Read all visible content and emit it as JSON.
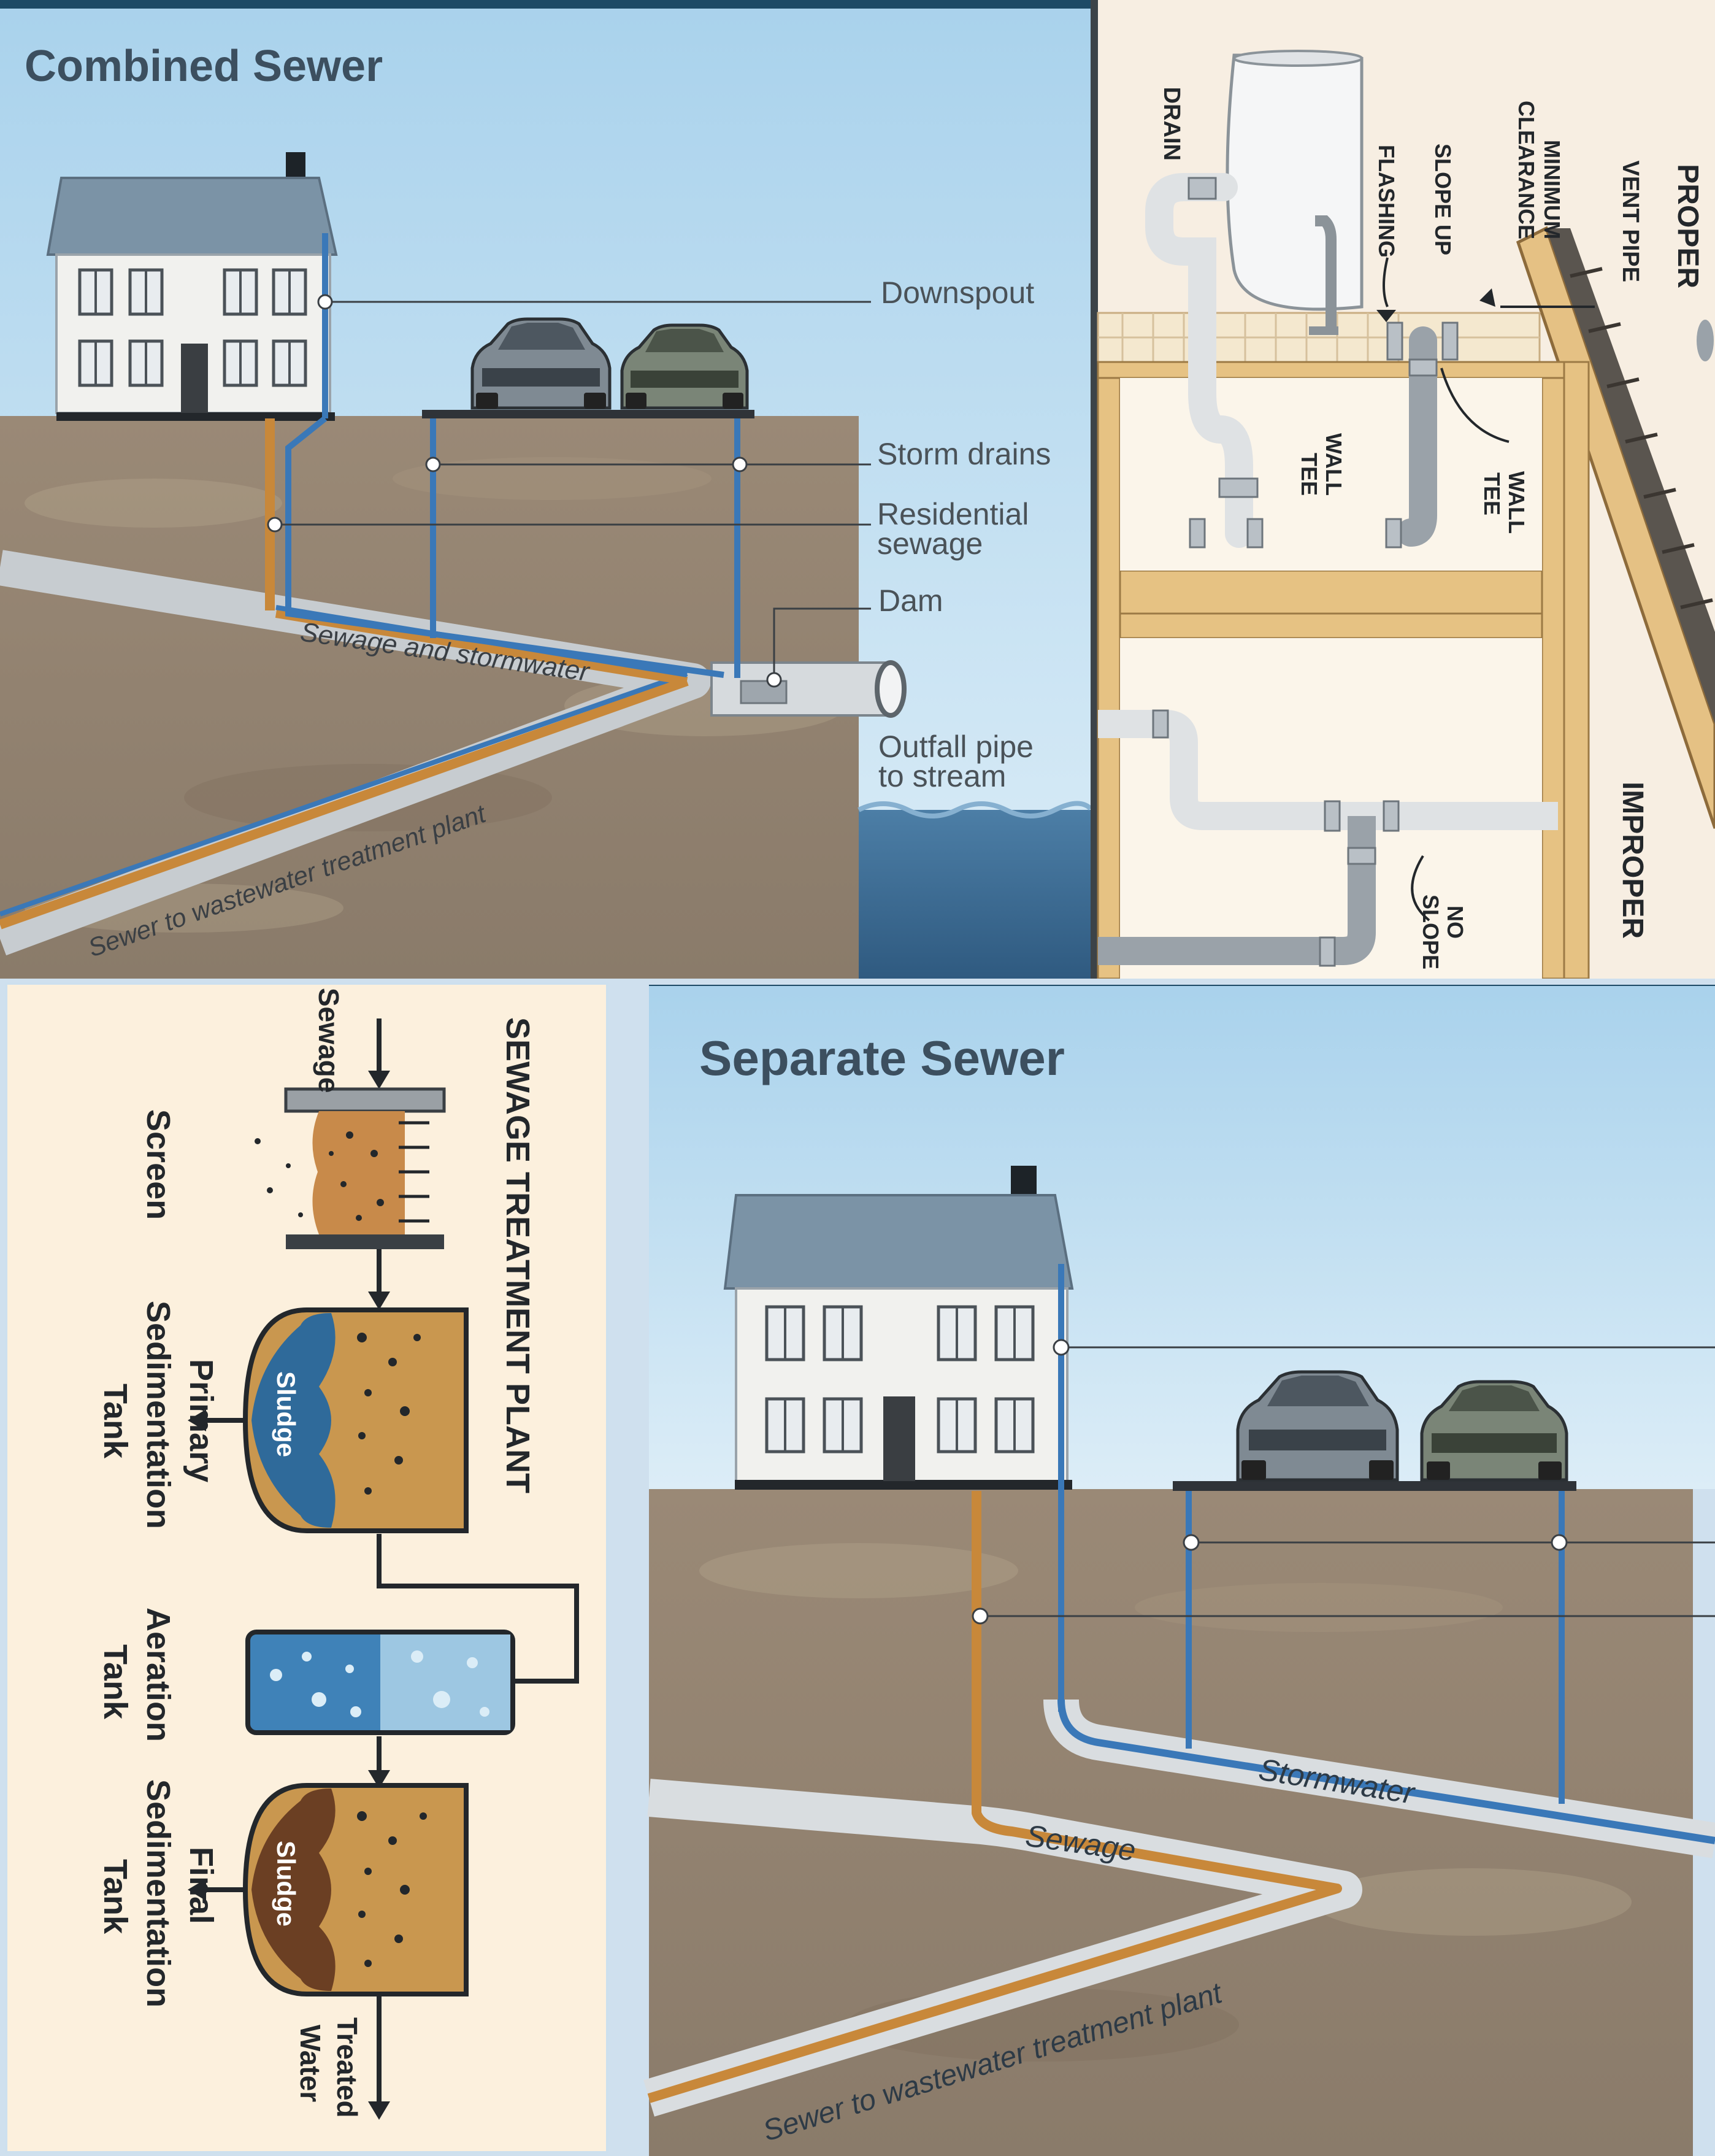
{
  "combined": {
    "title": "Combined Sewer",
    "labels": {
      "downspout": "Downspout",
      "storm_drains": "Storm drains",
      "residential_1": "Residential",
      "residential_2": "sewage",
      "dam": "Dam",
      "outfall_1": "Outfall pipe",
      "outfall_2": "to stream",
      "pipe_label": "Sewage and stormwater",
      "sewer_label": "Sewer to wastewater treatment plant"
    }
  },
  "plumbing": {
    "proper": "PROPER",
    "improper": "IMPROPER",
    "vent_pipe": "VENT PIPE",
    "minimum_clearance_1": "MINIMUM",
    "minimum_clearance_2": "CLEARANCE",
    "slope_up": "SLOPE UP",
    "flashing": "FLASHING",
    "drain": "DRAIN",
    "wall_tee_left_1": "WALL",
    "wall_tee_left_2": "TEE",
    "wall_tee_right_1": "WALL",
    "wall_tee_right_2": "TEE",
    "no_slope_1": "NO",
    "no_slope_2": "SLOPE"
  },
  "treatment": {
    "title": "SEWAGE TREATMENT PLANT",
    "sewage": "Sewage",
    "screen": "Screen",
    "primary_1": "Primary",
    "primary_2": "Sedimentation",
    "primary_3": "Tank",
    "sludge_1": "Sludge",
    "aeration_1": "Aeration",
    "aeration_2": "Tank",
    "final_1": "Final",
    "final_2": "Sedimentation",
    "final_3": "Tank",
    "sludge_2": "Sludge",
    "treated_1": "Treated",
    "treated_2": "Water"
  },
  "separate": {
    "title": "Separate Sewer",
    "stormwater": "Stormwater",
    "sewage": "Sewage",
    "sewer_label": "Sewer to wastewater treatment plant"
  },
  "colors": {
    "sky": "#c5e0f0",
    "ground": "#978672",
    "roof": "#7b93a6",
    "sewage_pipe": "#c8883a",
    "storm_pipe": "#3a78b8",
    "water": "#3d6a93",
    "title": "#3c4f5f",
    "wood": "#ecc88d",
    "plumbing_bg": "#f7eee2",
    "treatment_bg": "#fcf0dd"
  }
}
